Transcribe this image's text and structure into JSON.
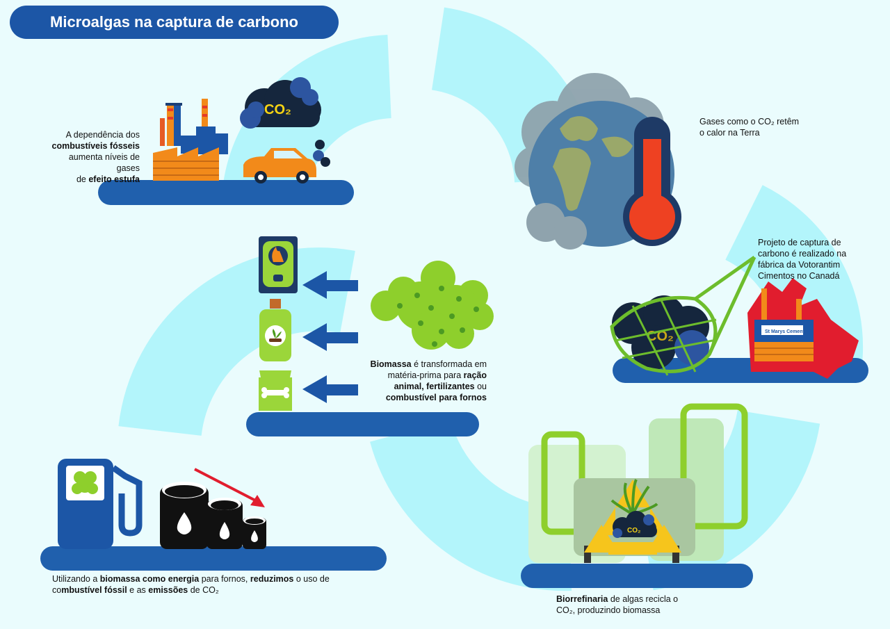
{
  "title": "Microalgas na captura de carbono",
  "colors": {
    "accent": "#1c56a6",
    "ring": "#b3f5fb",
    "background": "#eafcfd",
    "algae": "#8ecf2c"
  },
  "co2_label": "CO₂",
  "factory_brand": "St Marys Cement",
  "steps": {
    "fossil": {
      "t1": "A dependência dos",
      "b1": "combustíveis fósseis",
      "t2": "aumenta níveis de gases",
      "t3": "de ",
      "b2": "efeito estufa"
    },
    "earth": {
      "line1": "Gases como o CO₂ retêm",
      "line2": "o calor na Terra"
    },
    "capture": {
      "line1": "Projeto de captura de",
      "line2": "carbono é realizado na",
      "line3": "fábrica da Votorantim",
      "line4": "Cimentos no Canadá"
    },
    "biomass": {
      "b1": "Biomassa",
      "t1": " é transformada em",
      "t2": "matéria-prima para ",
      "b2": "ração",
      "b3": "animal, fertilizantes",
      "t3": " ou",
      "b4": "combustível para fornos"
    },
    "energy": {
      "t1": "Utilizando a ",
      "b1": "biomassa como energia",
      "t2": " para fornos, ",
      "b2": "reduzimos",
      "t3": " o uso de",
      "t4": "co",
      "b3": "mbustível fóssil",
      "t5": " e as ",
      "b4": "emissões",
      "t6": " de CO₂"
    },
    "biorefinery": {
      "b1": "Biorrefinaria",
      "t1": " de algas recicla o",
      "t2": "CO₂, produzindo biomassa"
    }
  }
}
